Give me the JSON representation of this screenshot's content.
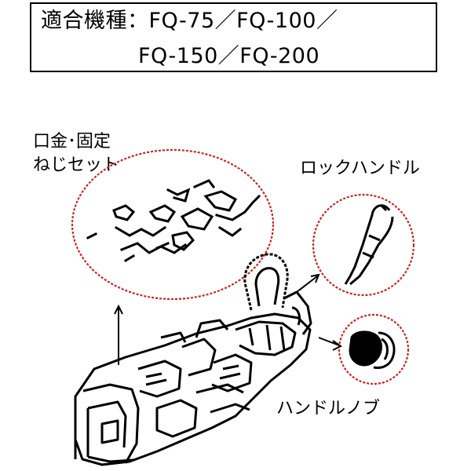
{
  "spec": {
    "line1": "適合機種：FQ-75／FQ-100／",
    "line2": "FQ-150／FQ-200"
  },
  "labels": {
    "mouthpiece_set_line1": "口金･固定",
    "mouthpiece_set_line2": "ねじセット",
    "lock_handle": "ロックハンドル",
    "handle_knob": "ハンドルノブ"
  },
  "colors": {
    "highlight_circle": "#c0282a",
    "line_art": "#000000"
  },
  "icons": [
    "screw-set-icon",
    "lock-handle-icon",
    "handle-knob-icon",
    "vise-body-icon"
  ]
}
